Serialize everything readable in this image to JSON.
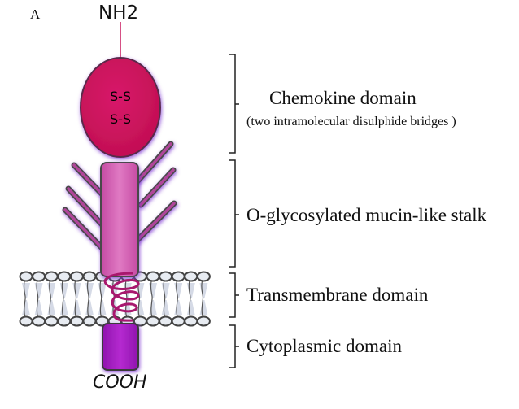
{
  "figure": {
    "panel_label": "A",
    "n_terminus": "NH2",
    "c_terminus": "COOH",
    "disulphide_labels": [
      "S-S",
      "S-S"
    ],
    "colors": {
      "chemokine": "#cc1259",
      "stalk": "#d563b2",
      "glycan": "#b0459a",
      "helix": "#a8186e",
      "cytoplasmic": "#a31bc0",
      "membrane_head": "#e8ecf2",
      "membrane_outline": "#444444",
      "glow": "#8a3fd6"
    }
  },
  "domains": [
    {
      "name": "Chemokine domain",
      "note": "(two intramolecular disulphide bridges )"
    },
    {
      "name": "O-glycosylated mucin-like stalk"
    },
    {
      "name": "Transmembrane domain"
    },
    {
      "name": "Cytoplasmic domain"
    }
  ]
}
